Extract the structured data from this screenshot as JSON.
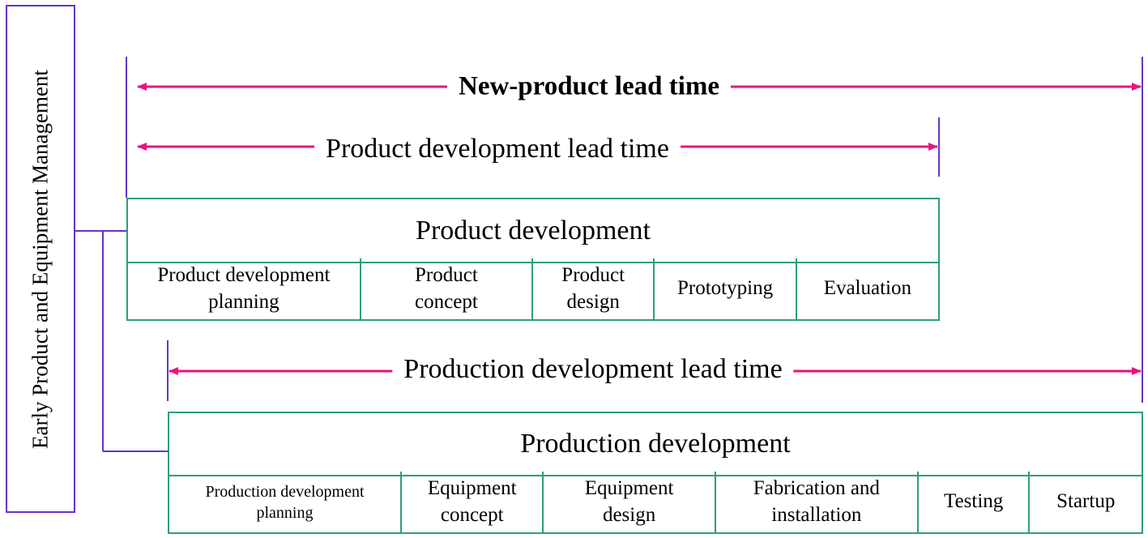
{
  "side": {
    "label": "Early Product and Equipment Management"
  },
  "lead_times": {
    "new_product": "New-product lead time",
    "product_development": "Product development lead time",
    "production_development": "Production development lead time"
  },
  "product_box": {
    "title": "Product development",
    "stages": [
      "Product development\nplanning",
      "Product\nconcept",
      "Product\ndesign",
      "Prototyping",
      "Evaluation"
    ]
  },
  "production_box": {
    "title": "Production development",
    "stages": [
      "Production development\nplanning",
      "Equipment\nconcept",
      "Equipment\ndesign",
      "Fabrication and\ninstallation",
      "Testing",
      "Startup"
    ]
  },
  "colors": {
    "arrow": "#e8157f",
    "bracket": "#6633cc",
    "box": "#2e9e7a"
  }
}
